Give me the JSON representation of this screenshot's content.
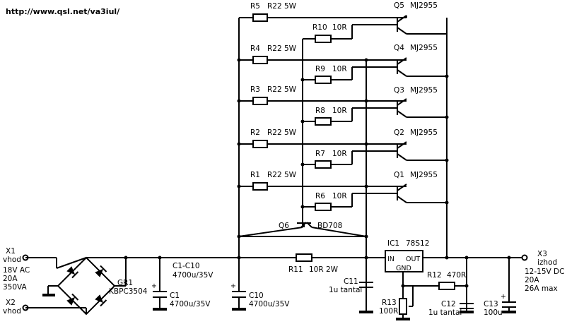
{
  "url": "http://www.qsl.net/va3iul/",
  "connectors": {
    "x1": [
      "X1",
      "vhod"
    ],
    "x2": [
      "X2",
      "vhod"
    ],
    "x3": [
      "X3",
      "izhod"
    ]
  },
  "input_spec": [
    "18V AC",
    "20A",
    "350VA"
  ],
  "output_spec": [
    "12-15V DC",
    "20A",
    "26A max"
  ],
  "rectifier": {
    "ref": "GR1",
    "value": "KBPC3504"
  },
  "capacitors": {
    "c1": {
      "ref": "C1",
      "value": "4700u/35V"
    },
    "c10": {
      "ref": "C10",
      "value": "4700u/35V"
    },
    "c1_c10": {
      "ref": "C1-C10",
      "value": "4700u/35V"
    },
    "c11": {
      "ref": "C11",
      "value": "1u tantal"
    },
    "c12": {
      "ref": "C12",
      "value": "1u tantal"
    },
    "c13": {
      "ref": "C13",
      "value": "100u"
    }
  },
  "emitter_resistors": [
    {
      "ref": "R5",
      "value": "R22 5W"
    },
    {
      "ref": "R4",
      "value": "R22 5W"
    },
    {
      "ref": "R3",
      "value": "R22 5W"
    },
    {
      "ref": "R2",
      "value": "R22 5W"
    },
    {
      "ref": "R1",
      "value": "R22 5W"
    }
  ],
  "base_resistors": [
    {
      "ref": "R10",
      "value": "10R"
    },
    {
      "ref": "R9",
      "value": "10R"
    },
    {
      "ref": "R8",
      "value": "10R"
    },
    {
      "ref": "R7",
      "value": "10R"
    },
    {
      "ref": "R6",
      "value": "10R"
    }
  ],
  "transistors": [
    {
      "ref": "Q5",
      "value": "MJ2955"
    },
    {
      "ref": "Q4",
      "value": "MJ2955"
    },
    {
      "ref": "Q3",
      "value": "MJ2955"
    },
    {
      "ref": "Q2",
      "value": "MJ2955"
    },
    {
      "ref": "Q1",
      "value": "MJ2955"
    }
  ],
  "q6": {
    "ref": "Q6",
    "value": "BD708"
  },
  "r11": {
    "ref": "R11",
    "value": "10R 2W"
  },
  "r12": {
    "ref": "R12",
    "value": "470R"
  },
  "r13": {
    "ref": "R13",
    "value": "100R"
  },
  "ic1": {
    "ref": "IC1",
    "value": "78S12",
    "pin_in": "IN",
    "pin_out": "OUT",
    "pin_gnd": "GND"
  }
}
